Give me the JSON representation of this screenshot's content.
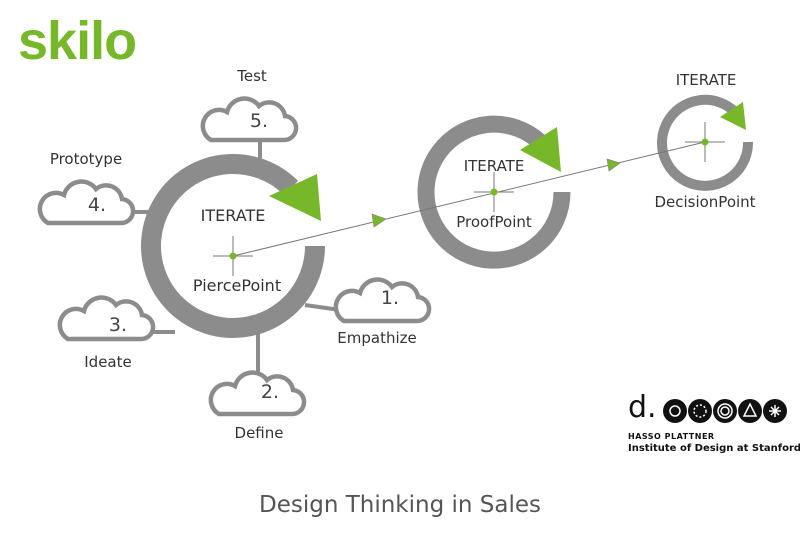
{
  "logo": "skilo",
  "title": "Design Thinking in Sales",
  "colors": {
    "accent": "#76b82a",
    "ring": "#8c8c8c"
  },
  "points": [
    {
      "iterate": "ITERATE",
      "name": "PiercePoint"
    },
    {
      "iterate": "ITERATE",
      "name": "ProofPoint"
    },
    {
      "iterate": "ITERATE",
      "name": "DecisionPoint"
    }
  ],
  "steps": [
    {
      "num": "1.",
      "label": "Empathize"
    },
    {
      "num": "2.",
      "label": "Define"
    },
    {
      "num": "3.",
      "label": "Ideate"
    },
    {
      "num": "4.",
      "label": "Prototype"
    },
    {
      "num": "5.",
      "label": "Test"
    }
  ],
  "dschool": {
    "mark": "d.",
    "line1": "HASSO PLATTNER",
    "line2": "Institute of Design at Stanford"
  }
}
